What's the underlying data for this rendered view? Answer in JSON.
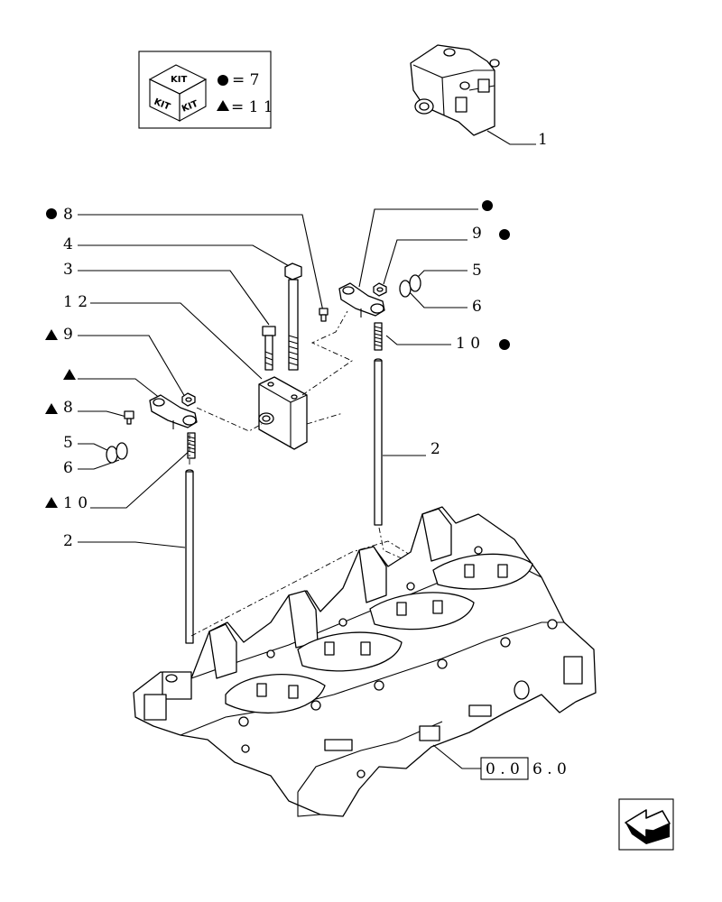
{
  "legend": {
    "kit_top": "KIT",
    "kit_left": "KIT",
    "kit_right": "KIT",
    "circle_text": "= 7",
    "triangle_text": "= 1 1"
  },
  "labels": {
    "l1": "1",
    "l8a": "8",
    "l4": "4",
    "l3": "3",
    "l12": "1 2",
    "l9a": "9",
    "l8b": "8",
    "l5a": "5",
    "l6a": "6",
    "l10a": "1 0",
    "l2a": "2",
    "l9b": "9",
    "l5b": "5",
    "l6b": "6",
    "l10b": "1 0",
    "l2b": "2",
    "ref_a": "0 . 0",
    "ref_b": "6 . 0"
  },
  "colors": {
    "ink": "#000000",
    "paper": "#ffffff"
  },
  "icons": {
    "nav": "bent-arrow-icon"
  }
}
